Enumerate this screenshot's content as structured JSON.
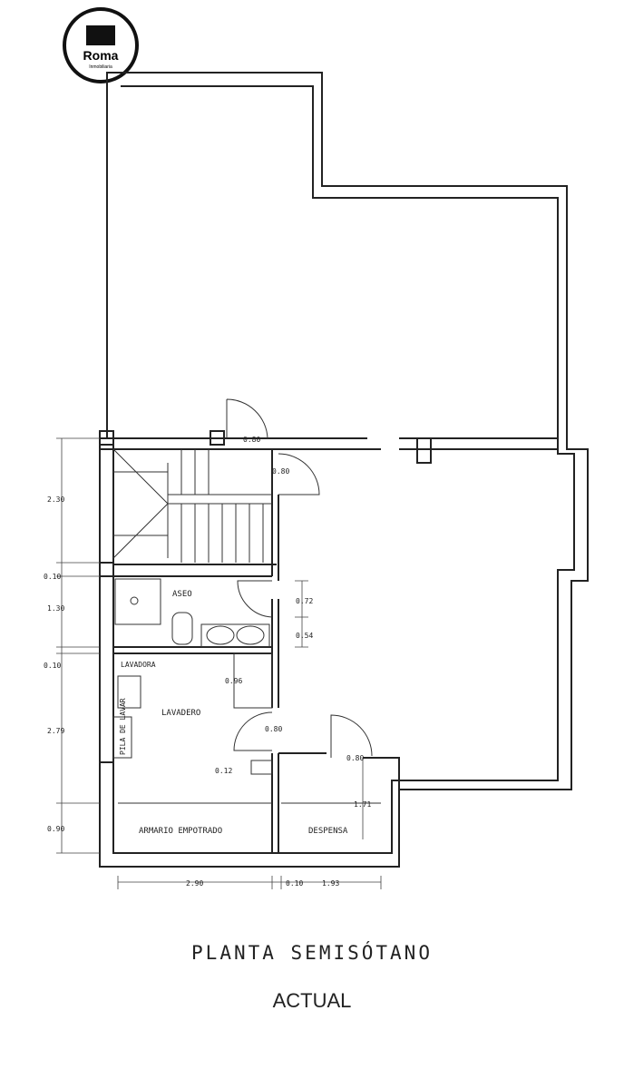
{
  "logo": {
    "name": "Roma",
    "subtitle": "Inmobiliaria"
  },
  "rooms": {
    "aseo": "ASEO",
    "lavadero": "LAVADERO",
    "lavadora": "LAVADORA",
    "pila": "PILA DE LAVAR",
    "armario": "ARMARIO EMPOTRADO",
    "despensa": "DESPENSA"
  },
  "dimensions": {
    "d_080a": "0.80",
    "d_080b": "0.80",
    "d_230": "2.30",
    "d_010a": "0.10",
    "d_130": "1.30",
    "d_010b": "0.10",
    "d_279": "2.79",
    "d_090": "0.90",
    "d_072": "0.72",
    "d_054": "0.54",
    "d_096": "0.96",
    "d_080c": "0.80",
    "d_012": "0.12",
    "d_080d": "0.80",
    "d_171": "1.71",
    "d_290": "2.90",
    "d_010c": "0.10",
    "d_193": "1.93"
  },
  "title": "PLANTA SEMISÓTANO",
  "subtitle": "ACTUAL"
}
